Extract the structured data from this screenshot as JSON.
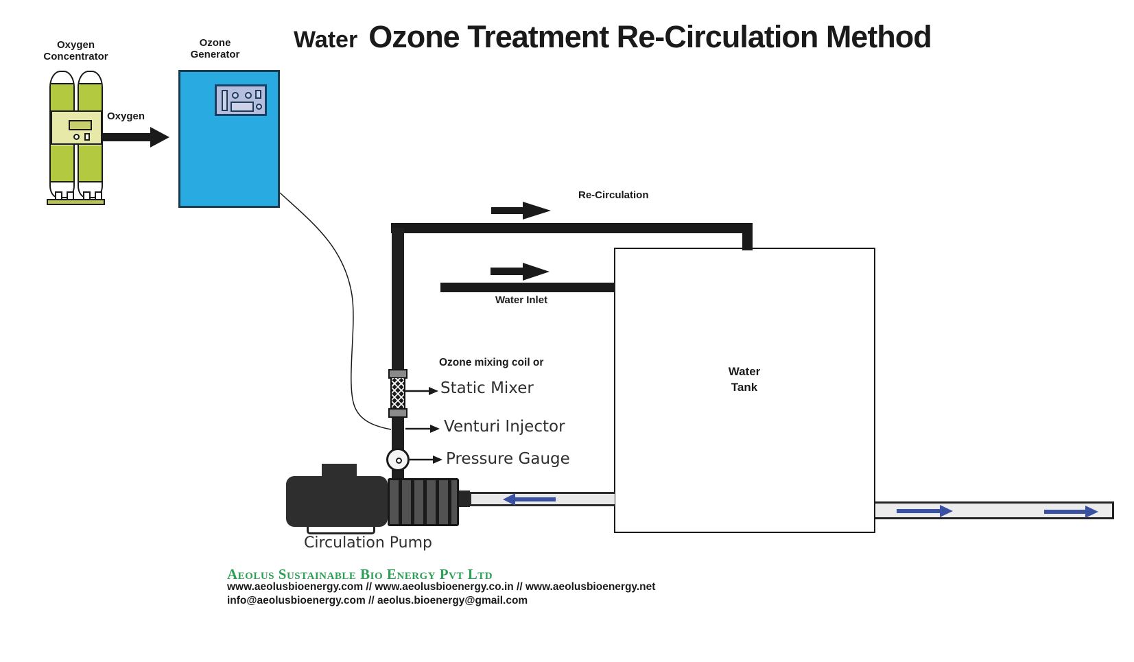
{
  "title": {
    "prefix": "Water",
    "main": "Ozone Treatment Re-Circulation Method"
  },
  "components": {
    "oxygen_concentrator": {
      "label_line1": "Oxygen",
      "label_line2": "Concentrator"
    },
    "ozone_generator": {
      "label_line1": "Ozone",
      "label_line2": "Generator"
    },
    "oxygen_flow": {
      "label": "Oxygen"
    },
    "recirculation": {
      "label": "Re-Circulation"
    },
    "water_inlet": {
      "label": "Water Inlet"
    },
    "mixing_note": {
      "label": "Ozone mixing coil or"
    },
    "static_mixer": {
      "label": "Static Mixer"
    },
    "venturi_injector": {
      "label": "Venturi Injector"
    },
    "pressure_gauge": {
      "label": "Pressure Gauge"
    },
    "water_tank": {
      "label_line1": "Water",
      "label_line2": "Tank"
    },
    "circulation_pump": {
      "label": "Circulation Pump"
    }
  },
  "footer": {
    "company": "Aeolus Sustainable Bio Energy Pvt Ltd",
    "websites": "www.aeolusbioenergy.com // www.aeolusbioenergy.co.in // www.aeolusbioenergy.net",
    "emails": "info@aeolusbioenergy.com // aeolus.bioenergy@gmail.com"
  },
  "colors": {
    "pipe_dark": "#1a1a1a",
    "generator_cyan": "#29abe2",
    "generator_border": "#143d52",
    "panel_fill": "#b6bede",
    "panel_border": "#1d3e63",
    "concentrator_green": "#b3c93f",
    "concentrator_pale": "#e6e9a8",
    "concentrator_base": "#b9c356",
    "company_green": "#2f9e56",
    "flow_blue": "#3a50a0",
    "pump_dark": "#2e2e2e",
    "pipe_gray_fill": "#ececec"
  }
}
